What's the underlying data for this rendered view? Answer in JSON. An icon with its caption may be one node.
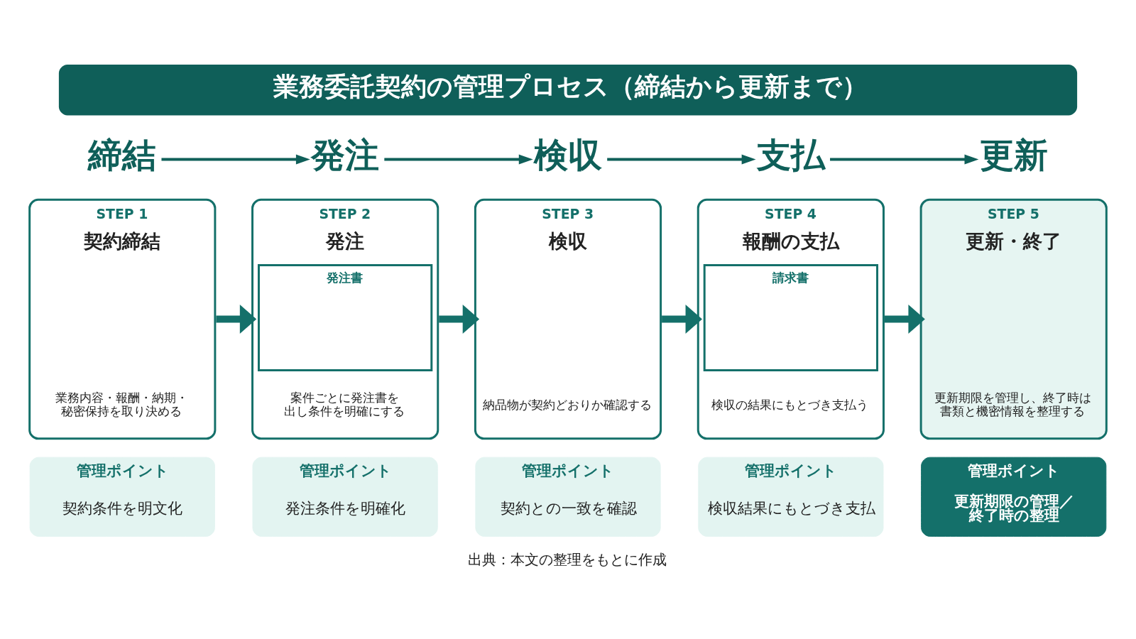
{
  "diagram": {
    "title": "業務委託契約の管理プロセス（締結から更新まで）",
    "caption": "出典：本文の整理をもとに作成",
    "nodes": [
      {
        "text": [
          "締結"
        ]
      },
      {
        "text": [
          "発注"
        ]
      },
      {
        "text": [
          "検収"
        ]
      },
      {
        "text": [
          "支払"
        ]
      },
      {
        "text": [
          "更新"
        ]
      },
      {
        "text": [
          "STEP 1",
          "契約締結",
          "業務内容・報酬・納期・秘密保持を取り決める"
        ]
      },
      {
        "text": [
          "STEP 2",
          "発注",
          "発注書",
          "案件ごとに発注書を出し条件を明確にする"
        ]
      },
      {
        "text": [
          "STEP 3",
          "検収",
          "納品物が契約どおりか確認する"
        ]
      },
      {
        "text": [
          "STEP 4",
          "報酬の支払",
          "請求書",
          "検収の結果にもとづき支払う"
        ]
      },
      {
        "text": [
          "STEP 5",
          "更新・終了",
          "更新期限を管理し、終了時は書類と機密情報を整理する"
        ]
      },
      {
        "text": [
          "管理ポイント",
          "契約条件を明文化"
        ]
      },
      {
        "text": [
          "管理ポイント",
          "発注条件を明確化"
        ]
      },
      {
        "text": [
          "管理ポイント",
          "契約との一致を確認"
        ]
      },
      {
        "text": [
          "管理ポイント",
          "検収結果にもとづき支払"
        ]
      },
      {
        "text": [
          "管理ポイント",
          "更新期限の管理／終了時の整理"
        ]
      }
    ],
    "edges": [
      {
        "from": 0,
        "to": 1,
        "arrow": "to"
      },
      {
        "from": 1,
        "to": 2,
        "arrow": "to"
      },
      {
        "from": 2,
        "to": 3,
        "arrow": "to"
      },
      {
        "from": 3,
        "to": 4,
        "arrow": "to"
      },
      {
        "from": 5,
        "to": 6,
        "arrow": "to",
        "style": "thick"
      },
      {
        "from": 6,
        "to": 7,
        "arrow": "to",
        "style": "thick"
      },
      {
        "from": 7,
        "to": 8,
        "arrow": "to",
        "style": "thick"
      },
      {
        "from": 8,
        "to": 9,
        "arrow": "to",
        "style": "thick"
      }
    ]
  }
}
